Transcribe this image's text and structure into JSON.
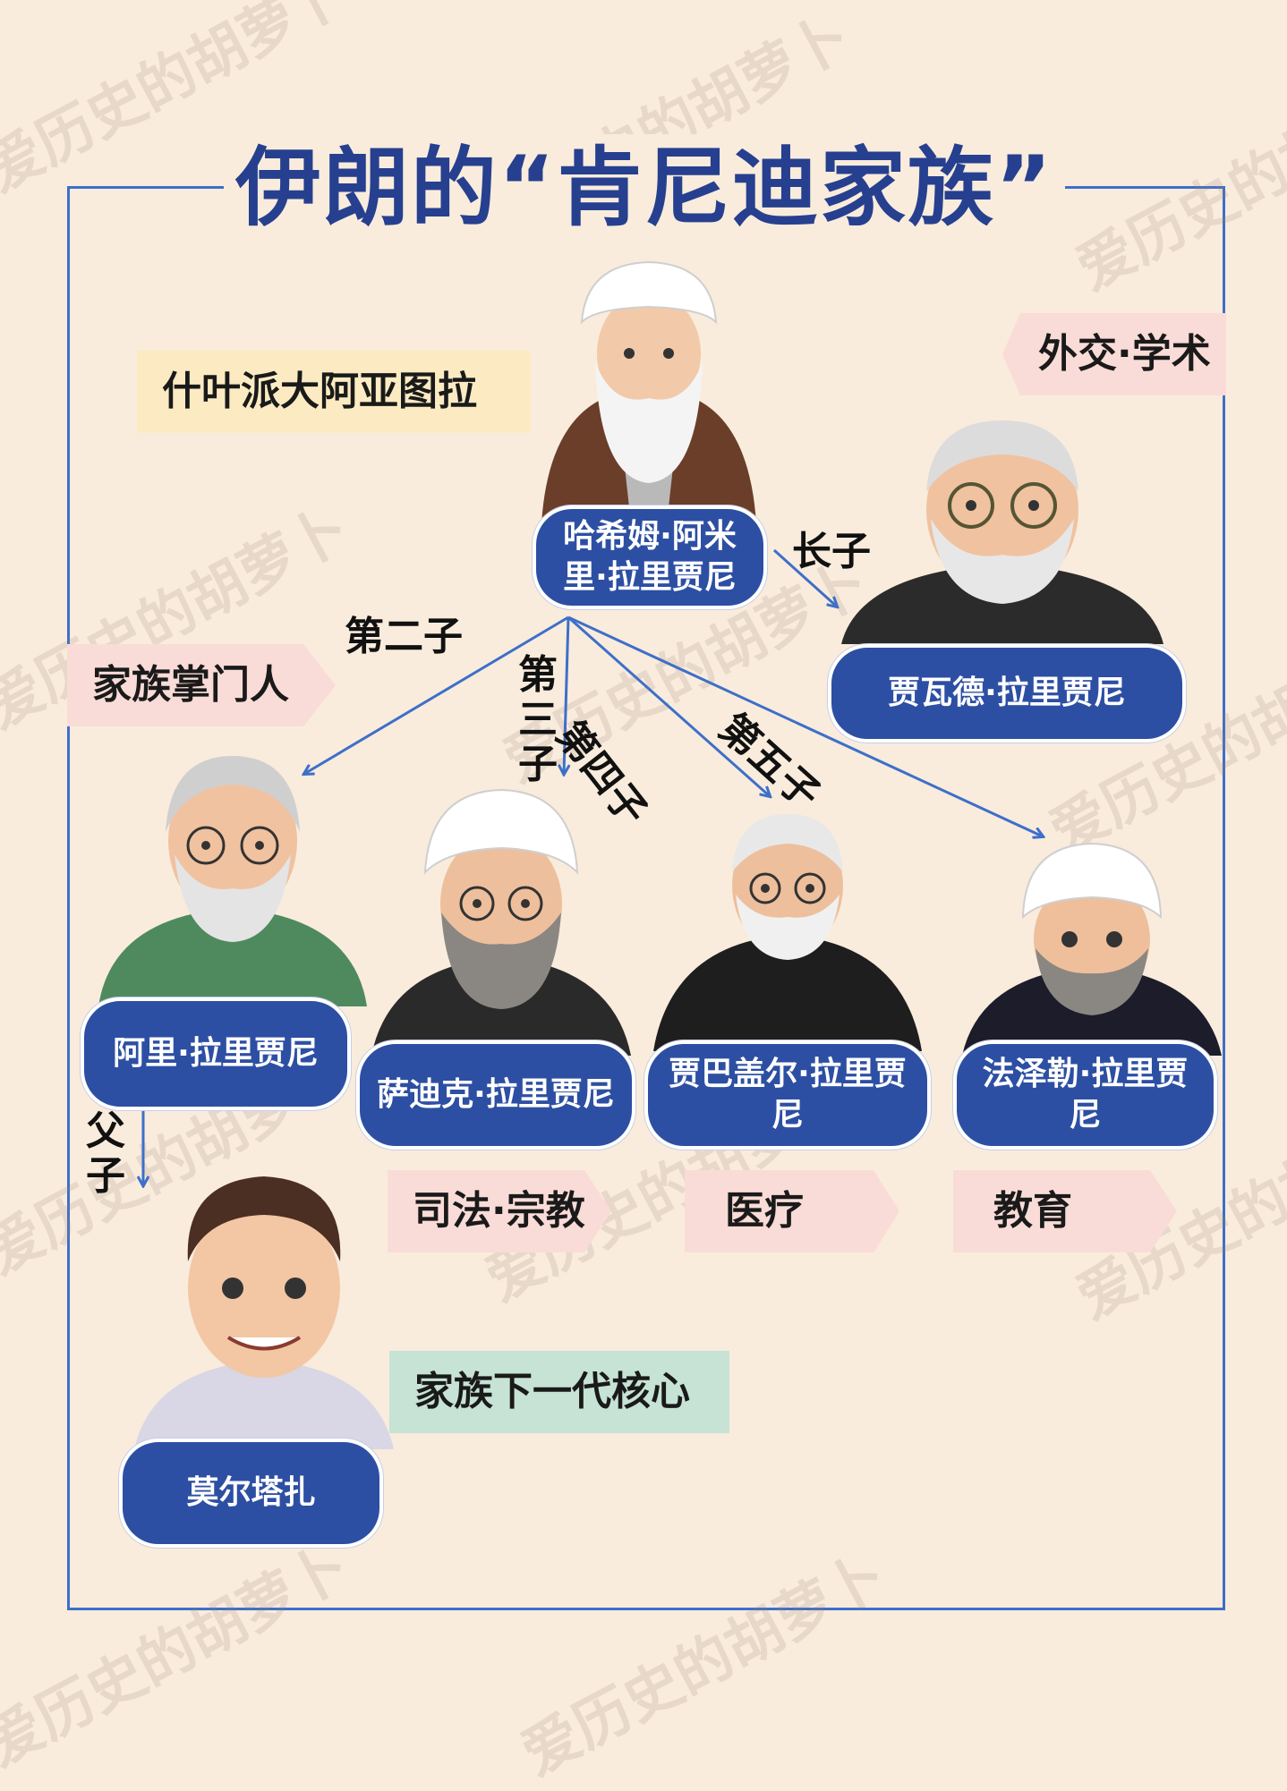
{
  "title": "伊朗的“肯尼迪家族”",
  "watermark": "爱历史的胡萝卜",
  "tags": {
    "ayatollah": "什叶派大阿亚图拉",
    "head": "家族掌门人",
    "diplomacy": "外交·学术",
    "judiciary": "司法·宗教",
    "medical": "医疗",
    "education": "教育",
    "next_gen": "家族下一代核心"
  },
  "people": {
    "patriarch": "哈希姆·阿米里·拉里贾尼",
    "eldest": "贾瓦德·拉里贾尼",
    "ali": "阿里·拉里贾尼",
    "sadegh": "萨迪克·拉里贾尼",
    "bagher": "贾巴盖尔·拉里贾尼",
    "fazel": "法泽勒·拉里贾尼",
    "morteza": "莫尔塔扎"
  },
  "relations": {
    "eldest_son": "长子",
    "second_son": "第二子",
    "third_son": "第三子",
    "fourth_son": "第四子",
    "fifth_son": "第五子",
    "father_son": "父子"
  },
  "colors": {
    "background": "#f9ecdc",
    "title": "#26408f",
    "name_box": "#2d4fa3",
    "arrow": "#3e6fc9"
  }
}
